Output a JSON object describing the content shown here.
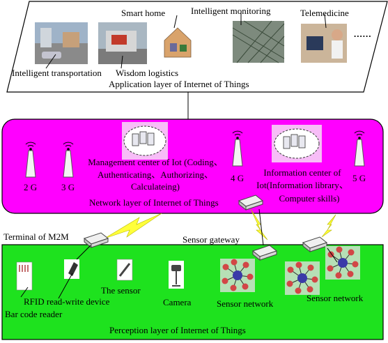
{
  "application_layer": {
    "title": "Application layer of Internet of Things",
    "items": {
      "smart_home": "Smart home",
      "intelligent_monitoring": "Intelligent monitoring",
      "telemedicine": "Telemedicine",
      "intelligent_transportation": "Intelligent transportation",
      "wisdom_logistics": "Wisdom logistics",
      "more": "......"
    }
  },
  "network_layer": {
    "title": "Network layer of Internet of Things",
    "towers": [
      "2 G",
      "3 G",
      "4 G",
      "5 G"
    ],
    "management_center": [
      "Management center of Iot (Coding、",
      "Authenticating、Authorizing、",
      "Calculateing)"
    ],
    "information_center": [
      "Information center of",
      "Iot(Information library、",
      "Computer skills)"
    ]
  },
  "perception_layer": {
    "title": "Perception layer of Internet of Things",
    "terminal_m2m": "Terminal of M2M",
    "sensor_gateway": "Sensor gateway",
    "devices": {
      "rfid": "RFID read-write device",
      "bar_code": "Bar code reader",
      "sensor": "The sensor",
      "camera": "Camera",
      "sensor_network_1": "Sensor network",
      "sensor_network_2": "Sensor network"
    }
  },
  "colors": {
    "network_fill": "#ff00ff",
    "perception_fill": "#1ee21e",
    "cloud_box": "#f7bdf7",
    "node_center": "#3a3aa8",
    "node_outer": "#d24646",
    "bolt": "#ffff3a"
  }
}
